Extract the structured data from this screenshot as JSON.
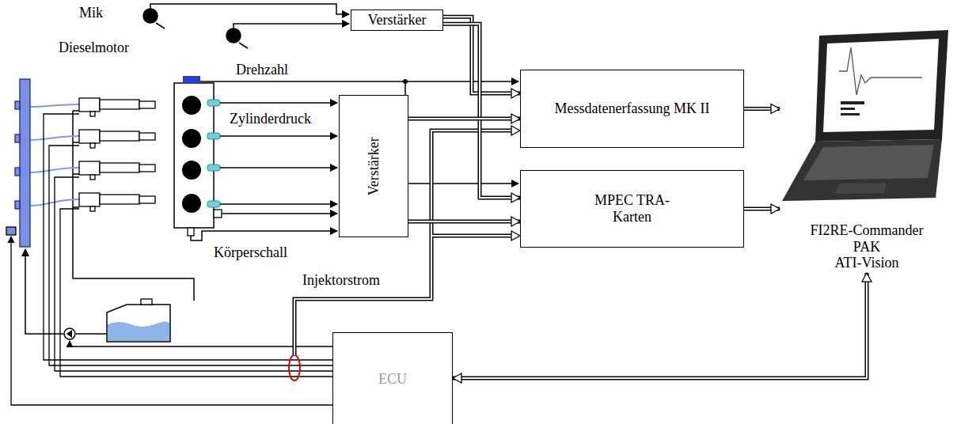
{
  "diagram": {
    "nodes": [
      {
        "text": [
          "Verstärker"
        ]
      },
      {
        "text": [
          "Messdatenerfassung MK II"
        ]
      },
      {
        "text": [
          "Verstärker"
        ]
      },
      {
        "text": [
          "MPEC TRA-Karten"
        ]
      },
      {
        "text": [
          "FI2RE-Commander",
          "PAK",
          "ATI-Vision"
        ]
      },
      {
        "text": [
          "ECU"
        ]
      }
    ],
    "edges": [
      {
        "from": 0,
        "to": 1,
        "arrow": "to"
      },
      {
        "from": 0,
        "to": 3,
        "arrow": "to"
      },
      {
        "from": 2,
        "to": 1,
        "arrow": "to"
      },
      {
        "from": 2,
        "to": 3,
        "arrow": "to"
      },
      {
        "from": 1,
        "to": 4,
        "arrow": "to"
      },
      {
        "from": 3,
        "to": 4,
        "arrow": "to"
      },
      {
        "from": 5,
        "to": 4,
        "arrow": "both"
      }
    ],
    "labels": [
      "Mik",
      "Dieselmotor",
      "Drehzahl",
      "Zylinderdruck",
      "Körperschall",
      "Injektorstrom"
    ]
  }
}
